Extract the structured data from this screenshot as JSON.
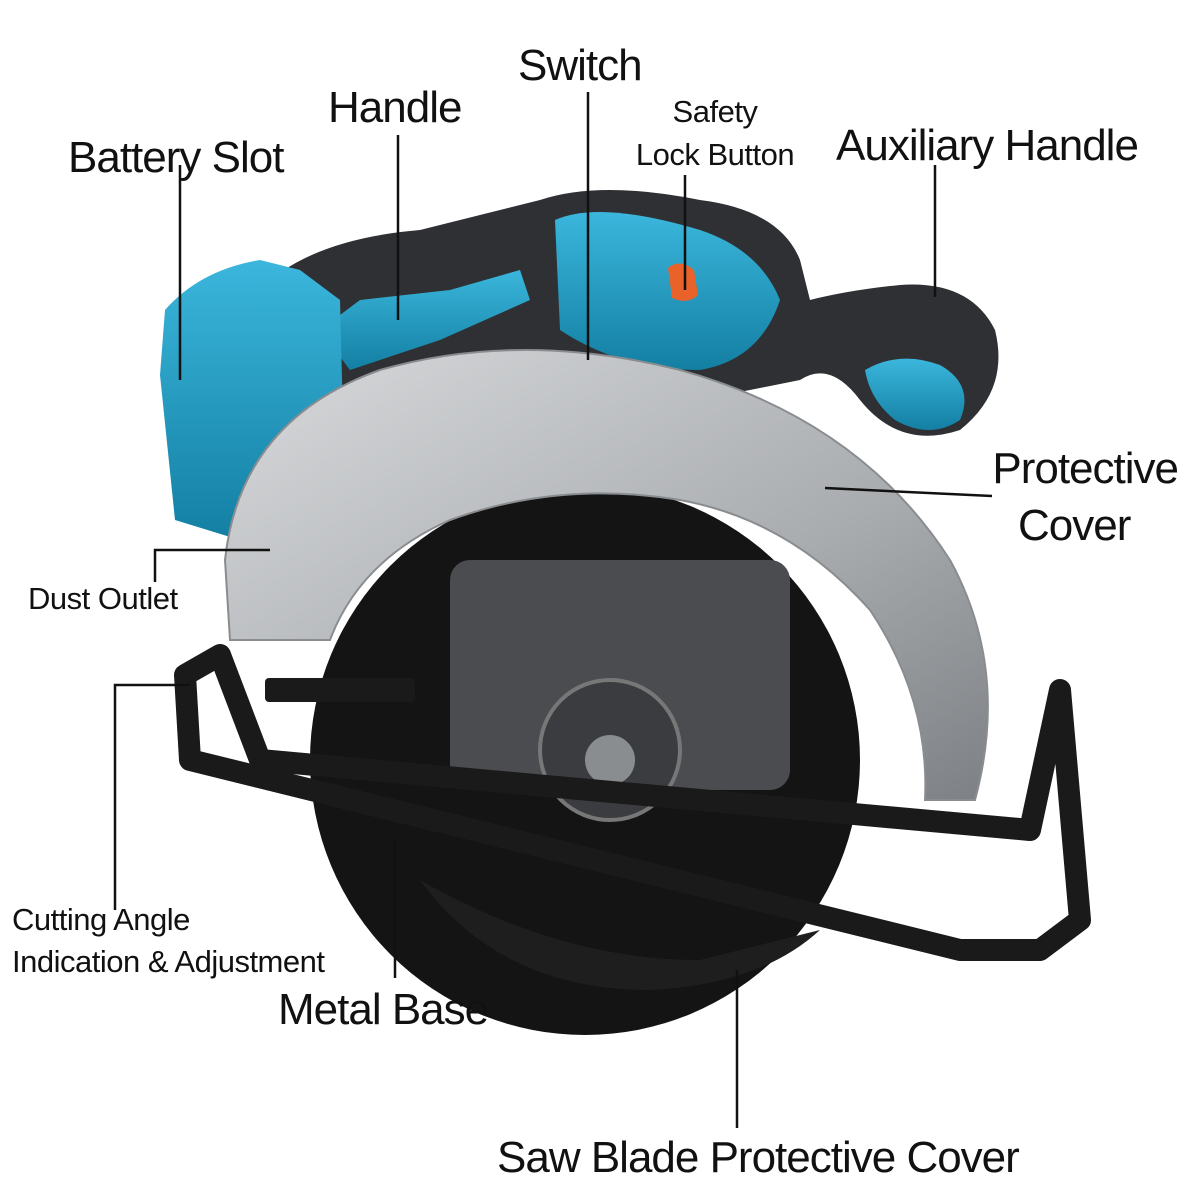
{
  "labels": {
    "switch": "Switch",
    "handle": "Handle",
    "battery_slot": "Battery Slot",
    "safety_lock_line1": "Safety",
    "safety_lock_line2": "Lock Button",
    "auxiliary_handle": "Auxiliary Handle",
    "protective_cover_line1": "Protective",
    "protective_cover_line2": "Cover",
    "dust_outlet": "Dust Outlet",
    "cutting_angle_line1": "Cutting Angle",
    "cutting_angle_line2": "Indication & Adjustment",
    "metal_base": "Metal Base",
    "saw_blade_cover": "Saw Blade Protective Cover"
  },
  "colors": {
    "body_blue": "#1c9cc4",
    "grip_dark": "#2e3033",
    "guard_silver": "#b9bcbf",
    "blade_black": "#121212",
    "lock_orange": "#e8622a"
  }
}
